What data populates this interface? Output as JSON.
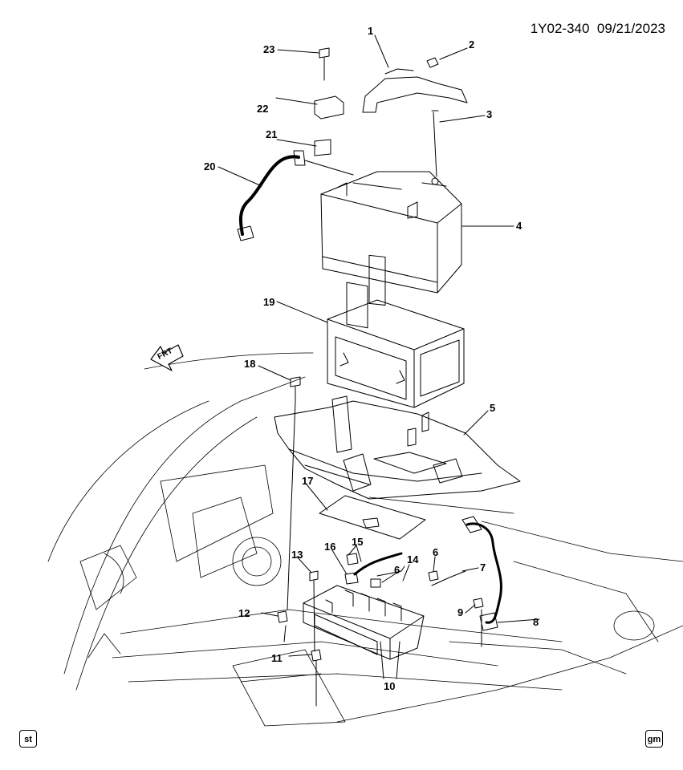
{
  "header": {
    "doc_id": "1Y02-340",
    "date": "09/21/2023"
  },
  "orientation": {
    "label": "FRT"
  },
  "badges": {
    "left": "st",
    "right": "gm"
  },
  "refs": [
    {
      "id": "r1",
      "text": "1"
    },
    {
      "id": "r2",
      "text": "2"
    },
    {
      "id": "r3",
      "text": "3"
    },
    {
      "id": "r4",
      "text": "4"
    },
    {
      "id": "r5",
      "text": "5"
    },
    {
      "id": "r6a",
      "text": "6"
    },
    {
      "id": "r6b",
      "text": "6"
    },
    {
      "id": "r7",
      "text": "7"
    },
    {
      "id": "r8",
      "text": "8"
    },
    {
      "id": "r9",
      "text": "9"
    },
    {
      "id": "r10",
      "text": "10"
    },
    {
      "id": "r11",
      "text": "11"
    },
    {
      "id": "r12",
      "text": "12"
    },
    {
      "id": "r13",
      "text": "13"
    },
    {
      "id": "r14",
      "text": "14"
    },
    {
      "id": "r15",
      "text": "15"
    },
    {
      "id": "r16",
      "text": "16"
    },
    {
      "id": "r17",
      "text": "17"
    },
    {
      "id": "r18",
      "text": "18"
    },
    {
      "id": "r19",
      "text": "19"
    },
    {
      "id": "r20",
      "text": "20"
    },
    {
      "id": "r21",
      "text": "21"
    },
    {
      "id": "r22",
      "text": "22"
    },
    {
      "id": "r23",
      "text": "23"
    }
  ]
}
